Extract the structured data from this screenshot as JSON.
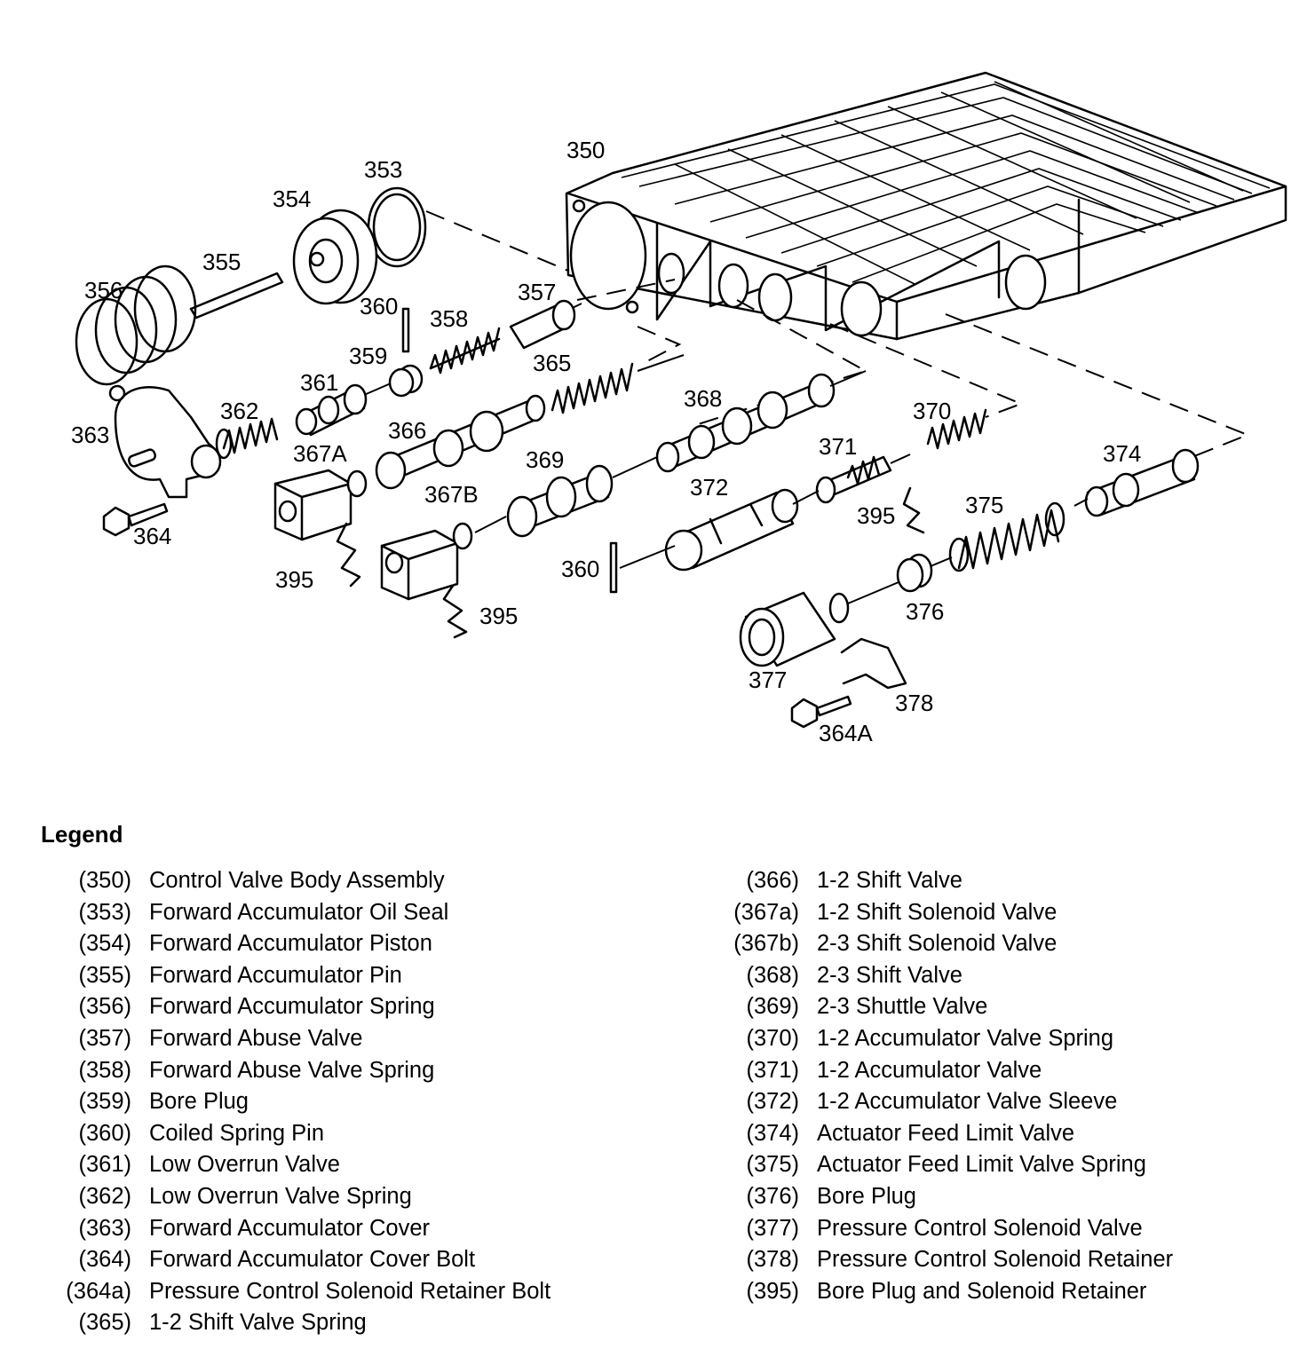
{
  "callouts": {
    "c350": "350",
    "c353": "353",
    "c354": "354",
    "c355": "355",
    "c356": "356",
    "c357": "357",
    "c358": "358",
    "c359": "359",
    "c360a": "360",
    "c360b": "360",
    "c361": "361",
    "c362": "362",
    "c363": "363",
    "c364": "364",
    "c364A": "364A",
    "c365": "365",
    "c366": "366",
    "c367A": "367A",
    "c367B": "367B",
    "c368": "368",
    "c369": "369",
    "c370": "370",
    "c371": "371",
    "c372": "372",
    "c374": "374",
    "c375": "375",
    "c376": "376",
    "c377": "377",
    "c378": "378",
    "c395a": "395",
    "c395b": "395",
    "c395c": "395"
  },
  "legend": {
    "title": "Legend",
    "left": [
      {
        "code": "(350)",
        "desc": "Control Valve Body Assembly"
      },
      {
        "code": "(353)",
        "desc": "Forward Accumulator Oil Seal"
      },
      {
        "code": "(354)",
        "desc": "Forward Accumulator Piston"
      },
      {
        "code": "(355)",
        "desc": "Forward Accumulator Pin"
      },
      {
        "code": "(356)",
        "desc": "Forward Accumulator Spring"
      },
      {
        "code": "(357)",
        "desc": "Forward Abuse Valve"
      },
      {
        "code": "(358)",
        "desc": "Forward Abuse Valve Spring"
      },
      {
        "code": "(359)",
        "desc": "Bore Plug"
      },
      {
        "code": "(360)",
        "desc": "Coiled Spring Pin"
      },
      {
        "code": "(361)",
        "desc": "Low Overrun Valve"
      },
      {
        "code": "(362)",
        "desc": "Low Overrun Valve Spring"
      },
      {
        "code": "(363)",
        "desc": "Forward Accumulator Cover"
      },
      {
        "code": "(364)",
        "desc": "Forward Accumulator Cover Bolt"
      },
      {
        "code": "(364a)",
        "desc": "Pressure Control Solenoid Retainer Bolt"
      },
      {
        "code": "(365)",
        "desc": "1-2 Shift Valve Spring"
      }
    ],
    "right": [
      {
        "code": "(366)",
        "desc": "1-2 Shift Valve"
      },
      {
        "code": "(367a)",
        "desc": "1-2 Shift Solenoid Valve"
      },
      {
        "code": "(367b)",
        "desc": "2-3 Shift Solenoid Valve"
      },
      {
        "code": "(368)",
        "desc": "2-3 Shift Valve"
      },
      {
        "code": "(369)",
        "desc": "2-3 Shuttle Valve"
      },
      {
        "code": "(370)",
        "desc": "1-2 Accumulator Valve Spring"
      },
      {
        "code": "(371)",
        "desc": "1-2 Accumulator Valve"
      },
      {
        "code": "(372)",
        "desc": "1-2 Accumulator Valve Sleeve"
      },
      {
        "code": "(374)",
        "desc": "Actuator Feed Limit Valve"
      },
      {
        "code": "(375)",
        "desc": "Actuator Feed Limit Valve Spring"
      },
      {
        "code": "(376)",
        "desc": "Bore Plug"
      },
      {
        "code": "(377)",
        "desc": "Pressure Control Solenoid Valve"
      },
      {
        "code": "(378)",
        "desc": "Pressure Control Solenoid Retainer"
      },
      {
        "code": "(395)",
        "desc": "Bore Plug and Solenoid Retainer"
      }
    ]
  }
}
